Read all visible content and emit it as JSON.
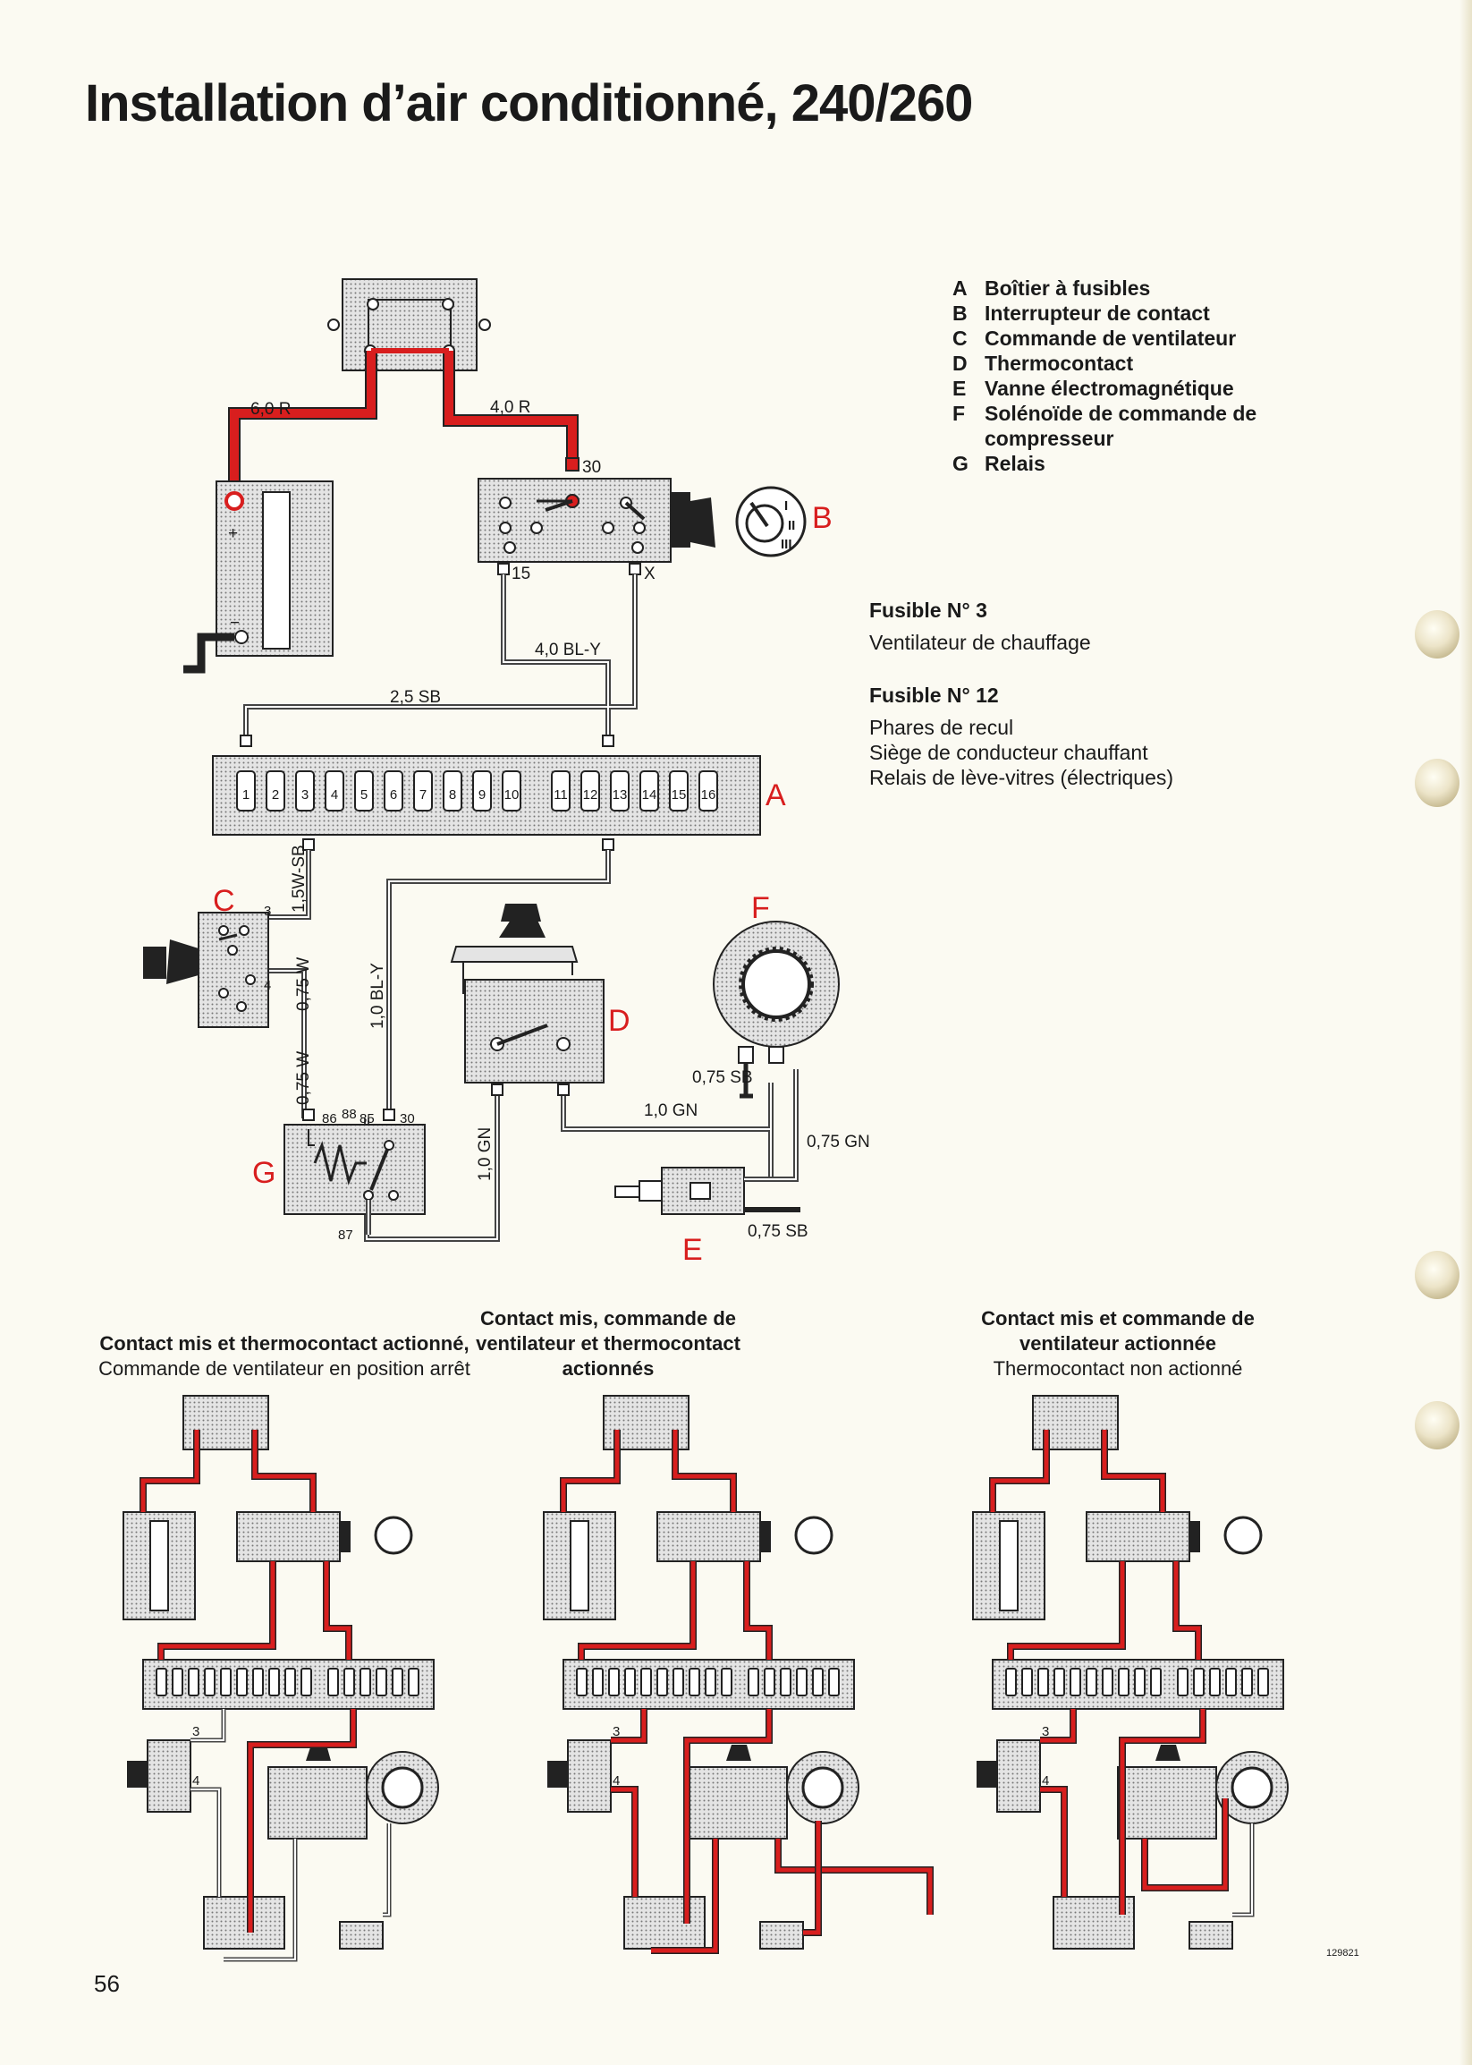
{
  "page": {
    "title": "Installation d’air conditionné, 240/260",
    "number": "56",
    "reference": "129821"
  },
  "legend": [
    {
      "key": "A",
      "text": "Boîtier à fusibles"
    },
    {
      "key": "B",
      "text": "Interrupteur de contact"
    },
    {
      "key": "C",
      "text": "Commande de ventilateur"
    },
    {
      "key": "D",
      "text": "Thermocontact"
    },
    {
      "key": "E",
      "text": "Vanne électromagnétique"
    },
    {
      "key": "F",
      "text": "Solénoïde de commande de compresseur"
    },
    {
      "key": "G",
      "text": "Relais"
    }
  ],
  "fuses": [
    {
      "heading": "Fusible N° 3",
      "items": [
        "Ventilateur de chauffage"
      ]
    },
    {
      "heading": "Fusible N° 12",
      "items": [
        "Phares de recul",
        "Siège de conducteur chauffant",
        "Relais de lève-vitres (électriques)"
      ]
    }
  ],
  "diagram": {
    "component_letters": [
      "A",
      "B",
      "C",
      "D",
      "E",
      "F",
      "G"
    ],
    "wire_labels": [
      "6,0 R",
      "4,0 R",
      "4,0 BL-Y",
      "2,5 SB",
      "1,5W-SB",
      "0,75 W",
      "0,75 W",
      "1,0 BL-Y",
      "1,0 GN",
      "1,0 GN",
      "0,75 SB",
      "0,75 GN",
      "0,75 SB"
    ],
    "terminal_labels": {
      "switch": [
        "30",
        "15",
        "X"
      ],
      "relay": [
        "86",
        "88",
        "85",
        "30",
        "87"
      ],
      "fan_control": [
        "3",
        "4"
      ]
    },
    "fuse_numbers": [
      "1",
      "2",
      "3",
      "4",
      "5",
      "6",
      "7",
      "8",
      "9",
      "10",
      "11",
      "12",
      "13",
      "14",
      "15",
      "16"
    ],
    "active_color": "#d81e1e"
  },
  "captions": [
    {
      "bold": "Contact mis et thermocontact actionné,",
      "normal": "Commande de ventilateur en position arrêt"
    },
    {
      "bold": "Contact mis, commande de ventilateur et thermocontact actionnés",
      "normal": ""
    },
    {
      "bold": "Contact mis et commande de ventilateur actionnée",
      "normal": "Thermocontact non actionné"
    }
  ]
}
